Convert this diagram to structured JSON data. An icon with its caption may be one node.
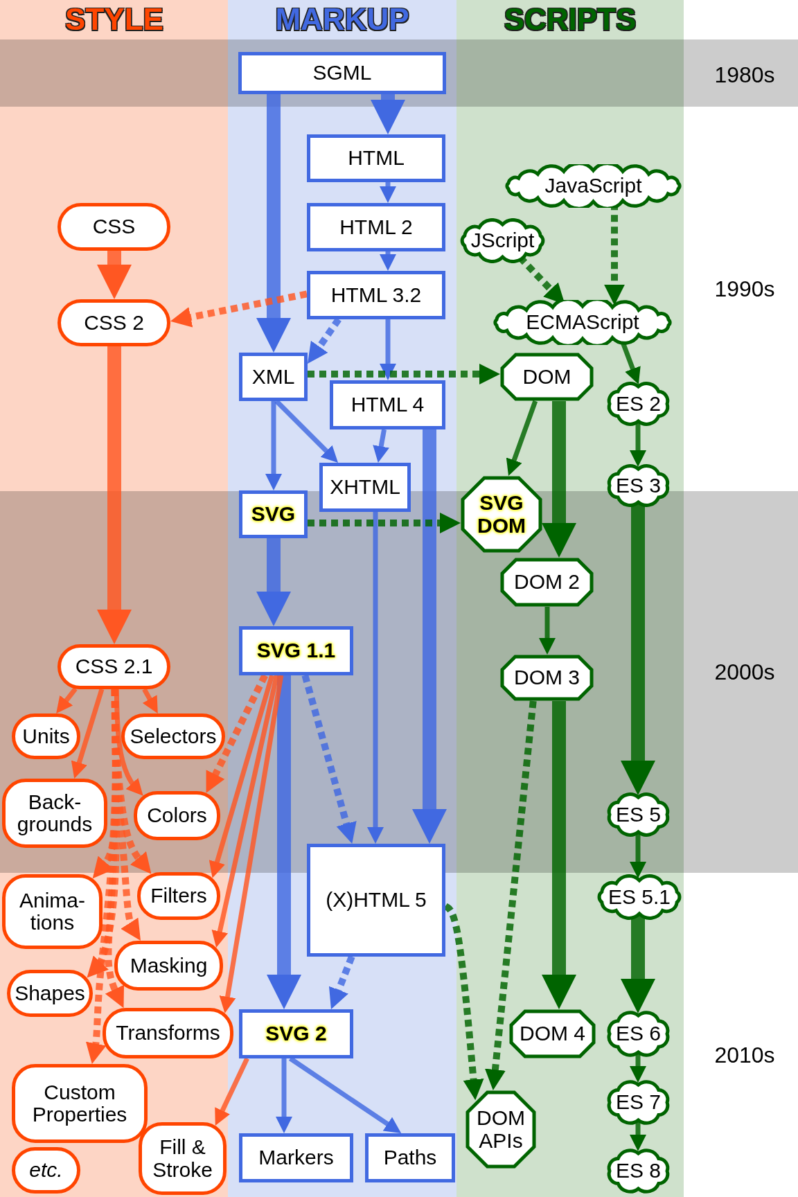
{
  "diagram": {
    "nodes": [
      {
        "text": [
          "SGML"
        ]
      },
      {
        "text": [
          "HTML"
        ]
      },
      {
        "text": [
          "HTML 2"
        ]
      },
      {
        "text": [
          "HTML 3.2"
        ]
      },
      {
        "text": [
          "XML"
        ]
      },
      {
        "text": [
          "HTML 4"
        ]
      },
      {
        "text": [
          "XHTML"
        ]
      },
      {
        "text": [
          "SVG"
        ]
      },
      {
        "text": [
          "SVG 1.1"
        ]
      },
      {
        "text": [
          "(X)HTML 5"
        ]
      },
      {
        "text": [
          "SVG 2"
        ]
      },
      {
        "text": [
          "Markers"
        ]
      },
      {
        "text": [
          "Paths"
        ]
      },
      {
        "text": [
          "CSS"
        ]
      },
      {
        "text": [
          "CSS 2"
        ]
      },
      {
        "text": [
          "CSS 2.1"
        ]
      },
      {
        "text": [
          "Units"
        ]
      },
      {
        "text": [
          "Selectors"
        ]
      },
      {
        "text": [
          "Back- grounds"
        ]
      },
      {
        "text": [
          "Colors"
        ]
      },
      {
        "text": [
          "Anima- tions"
        ]
      },
      {
        "text": [
          "Filters"
        ]
      },
      {
        "text": [
          "Masking"
        ]
      },
      {
        "text": [
          "Shapes"
        ]
      },
      {
        "text": [
          "Transforms"
        ]
      },
      {
        "text": [
          "Custom Properties"
        ]
      },
      {
        "text": [
          "etc."
        ]
      },
      {
        "text": [
          "Fill & Stroke"
        ]
      },
      {
        "text": [
          "JavaScript"
        ]
      },
      {
        "text": [
          "JScript"
        ]
      },
      {
        "text": [
          "ECMAScript"
        ]
      },
      {
        "text": [
          "DOM"
        ]
      },
      {
        "text": [
          "ES 2"
        ]
      },
      {
        "text": [
          "ES 3"
        ]
      },
      {
        "text": [
          "SVG DOM"
        ]
      },
      {
        "text": [
          "DOM 2"
        ]
      },
      {
        "text": [
          "DOM 3"
        ]
      },
      {
        "text": [
          "ES 5"
        ]
      },
      {
        "text": [
          "ES 5.1"
        ]
      },
      {
        "text": [
          "DOM 4"
        ]
      },
      {
        "text": [
          "ES 6"
        ]
      },
      {
        "text": [
          "DOM APIs"
        ]
      },
      {
        "text": [
          "ES 7"
        ]
      },
      {
        "text": [
          "ES 8"
        ]
      }
    ],
    "edges": [
      {
        "from": 0,
        "to": 1,
        "arrow": "to",
        "style": "thick",
        "color": "#4169e1"
      },
      {
        "from": 0,
        "to": 4,
        "arrow": "to",
        "style": "thick",
        "color": "#4169e1"
      },
      {
        "from": 1,
        "to": 2,
        "arrow": "to",
        "color": "#4169e1"
      },
      {
        "from": 2,
        "to": 3,
        "arrow": "to",
        "color": "#4169e1"
      },
      {
        "from": 3,
        "to": 14,
        "arrow": "to",
        "style": "dashed",
        "color": "#ff5722"
      },
      {
        "from": 3,
        "to": 4,
        "arrow": "to",
        "style": "dashed",
        "color": "#4169e1"
      },
      {
        "from": 3,
        "to": 5,
        "arrow": "to",
        "color": "#4169e1"
      },
      {
        "from": 4,
        "to": 31,
        "arrow": "to",
        "style": "dashed",
        "color": "#006400"
      },
      {
        "from": 4,
        "to": 7,
        "arrow": "to",
        "color": "#4169e1"
      },
      {
        "from": 4,
        "to": 6,
        "arrow": "to",
        "color": "#4169e1"
      },
      {
        "from": 5,
        "to": 6,
        "arrow": "to",
        "color": "#4169e1"
      },
      {
        "from": 5,
        "to": 9,
        "arrow": "to",
        "style": "thick",
        "color": "#4169e1"
      },
      {
        "from": 6,
        "to": 9,
        "arrow": "to",
        "color": "#4169e1"
      },
      {
        "from": 7,
        "to": 34,
        "arrow": "to",
        "style": "dashed",
        "color": "#006400"
      },
      {
        "from": 7,
        "to": 8,
        "arrow": "to",
        "style": "thick",
        "color": "#4169e1"
      },
      {
        "from": 8,
        "to": 9,
        "arrow": "to",
        "style": "dashed",
        "color": "#4169e1"
      },
      {
        "from": 8,
        "to": 10,
        "arrow": "to",
        "style": "thick",
        "color": "#4169e1"
      },
      {
        "from": 9,
        "to": 10,
        "arrow": "to",
        "style": "dashed",
        "color": "#4169e1"
      },
      {
        "from": 10,
        "to": 11,
        "arrow": "to",
        "color": "#4169e1"
      },
      {
        "from": 10,
        "to": 12,
        "arrow": "to",
        "color": "#4169e1"
      },
      {
        "from": 13,
        "to": 14,
        "arrow": "to",
        "style": "thick",
        "color": "#ff5722"
      },
      {
        "from": 14,
        "to": 15,
        "arrow": "to",
        "style": "thick",
        "color": "#ff5722"
      },
      {
        "from": 15,
        "to": 16,
        "arrow": "to",
        "color": "#ff5722"
      },
      {
        "from": 15,
        "to": 17,
        "arrow": "to",
        "color": "#ff5722"
      },
      {
        "from": 15,
        "to": 18,
        "arrow": "to",
        "color": "#ff5722"
      },
      {
        "from": 15,
        "to": 19,
        "arrow": "to",
        "color": "#ff5722"
      },
      {
        "from": 15,
        "to": 20,
        "arrow": "to",
        "style": "dashed",
        "color": "#ff5722"
      },
      {
        "from": 15,
        "to": 21,
        "arrow": "to",
        "style": "dashed",
        "color": "#ff5722"
      },
      {
        "from": 15,
        "to": 22,
        "arrow": "to",
        "style": "dashed",
        "color": "#ff5722"
      },
      {
        "from": 15,
        "to": 23,
        "arrow": "to",
        "style": "dashed",
        "color": "#ff5722"
      },
      {
        "from": 15,
        "to": 24,
        "arrow": "to",
        "style": "dashed",
        "color": "#ff5722"
      },
      {
        "from": 15,
        "to": 25,
        "arrow": "to",
        "style": "dashed",
        "color": "#ff5722"
      },
      {
        "from": 8,
        "to": 19,
        "arrow": "to",
        "style": "dashed",
        "color": "#ff5722"
      },
      {
        "from": 8,
        "to": 21,
        "arrow": "to",
        "color": "#ff5722"
      },
      {
        "from": 8,
        "to": 22,
        "arrow": "to",
        "color": "#ff5722"
      },
      {
        "from": 8,
        "to": 24,
        "arrow": "to",
        "color": "#ff5722"
      },
      {
        "from": 10,
        "to": 27,
        "arrow": "to",
        "color": "#ff5722"
      },
      {
        "from": 28,
        "to": 30,
        "arrow": "to",
        "style": "dashed",
        "color": "#006400"
      },
      {
        "from": 29,
        "to": 30,
        "arrow": "to",
        "style": "dashed",
        "color": "#006400"
      },
      {
        "from": 30,
        "to": 32,
        "arrow": "to",
        "color": "#006400"
      },
      {
        "from": 32,
        "to": 33,
        "arrow": "to",
        "color": "#006400"
      },
      {
        "from": 33,
        "to": 37,
        "arrow": "to",
        "style": "thick",
        "color": "#006400"
      },
      {
        "from": 37,
        "to": 38,
        "arrow": "to",
        "color": "#006400"
      },
      {
        "from": 38,
        "to": 40,
        "arrow": "to",
        "style": "thick",
        "color": "#006400"
      },
      {
        "from": 40,
        "to": 42,
        "arrow": "to",
        "color": "#006400"
      },
      {
        "from": 42,
        "to": 43,
        "arrow": "to",
        "color": "#006400"
      },
      {
        "from": 31,
        "to": 34,
        "arrow": "to",
        "color": "#006400"
      },
      {
        "from": 31,
        "to": 35,
        "arrow": "to",
        "style": "thick",
        "color": "#006400"
      },
      {
        "from": 35,
        "to": 36,
        "arrow": "to",
        "color": "#006400"
      },
      {
        "from": 36,
        "to": 39,
        "arrow": "to",
        "style": "thick",
        "color": "#006400"
      },
      {
        "from": 36,
        "to": 41,
        "arrow": "to",
        "style": "dashed",
        "color": "#006400"
      },
      {
        "from": 9,
        "to": 41,
        "arrow": "to",
        "style": "dashed",
        "color": "#006400"
      }
    ],
    "labels": [
      "STYLE",
      "MARKUP",
      "SCRIPTS",
      "1980s",
      "1990s",
      "2000s",
      "2010s"
    ]
  }
}
